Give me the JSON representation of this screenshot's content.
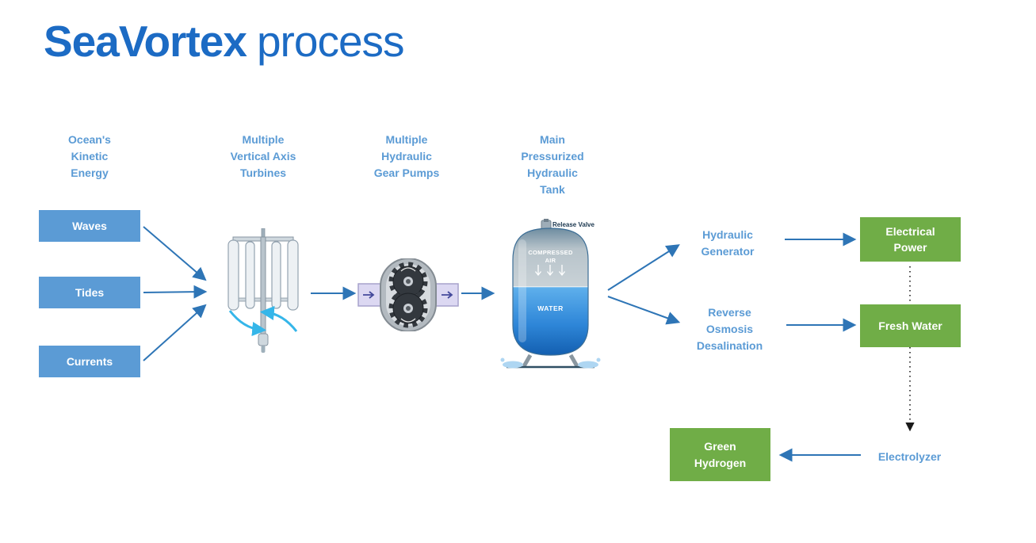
{
  "title": {
    "brand": "SeaVortex",
    "suffix": "process"
  },
  "stages": [
    {
      "label": "Ocean's\nKinetic\nEnergy"
    },
    {
      "label": "Multiple\nVertical Axis\nTurbines"
    },
    {
      "label": "Multiple\nHydraulic\nGear Pumps"
    },
    {
      "label": "Main\nPressurized\nHydraulic\nTank"
    }
  ],
  "sources": [
    {
      "label": "Waves"
    },
    {
      "label": "Tides"
    },
    {
      "label": "Currents"
    }
  ],
  "tank": {
    "release_valve": "Release Valve",
    "compressed_air": "COMPRESSED\nAIR",
    "water": "WATER"
  },
  "outputs": {
    "hydraulic_generator": "Hydraulic\nGenerator",
    "electrical_power": "Electrical\nPower",
    "reverse_osmosis": "Reverse\nOsmosis\nDesalination",
    "fresh_water": "Fresh Water",
    "electrolyzer": "Electrolyzer",
    "green_hydrogen": "Green\nHydrogen"
  },
  "colors": {
    "title_blue": "#1c6bc4",
    "label_blue": "#5b9bd5",
    "source_box_blue": "#5b9bd5",
    "output_box_green": "#70ad47",
    "arrow_blue": "#2e75b6",
    "dotted_arrow_black": "#1a1a1a",
    "rotation_arrow_cyan": "#35b6e9"
  }
}
